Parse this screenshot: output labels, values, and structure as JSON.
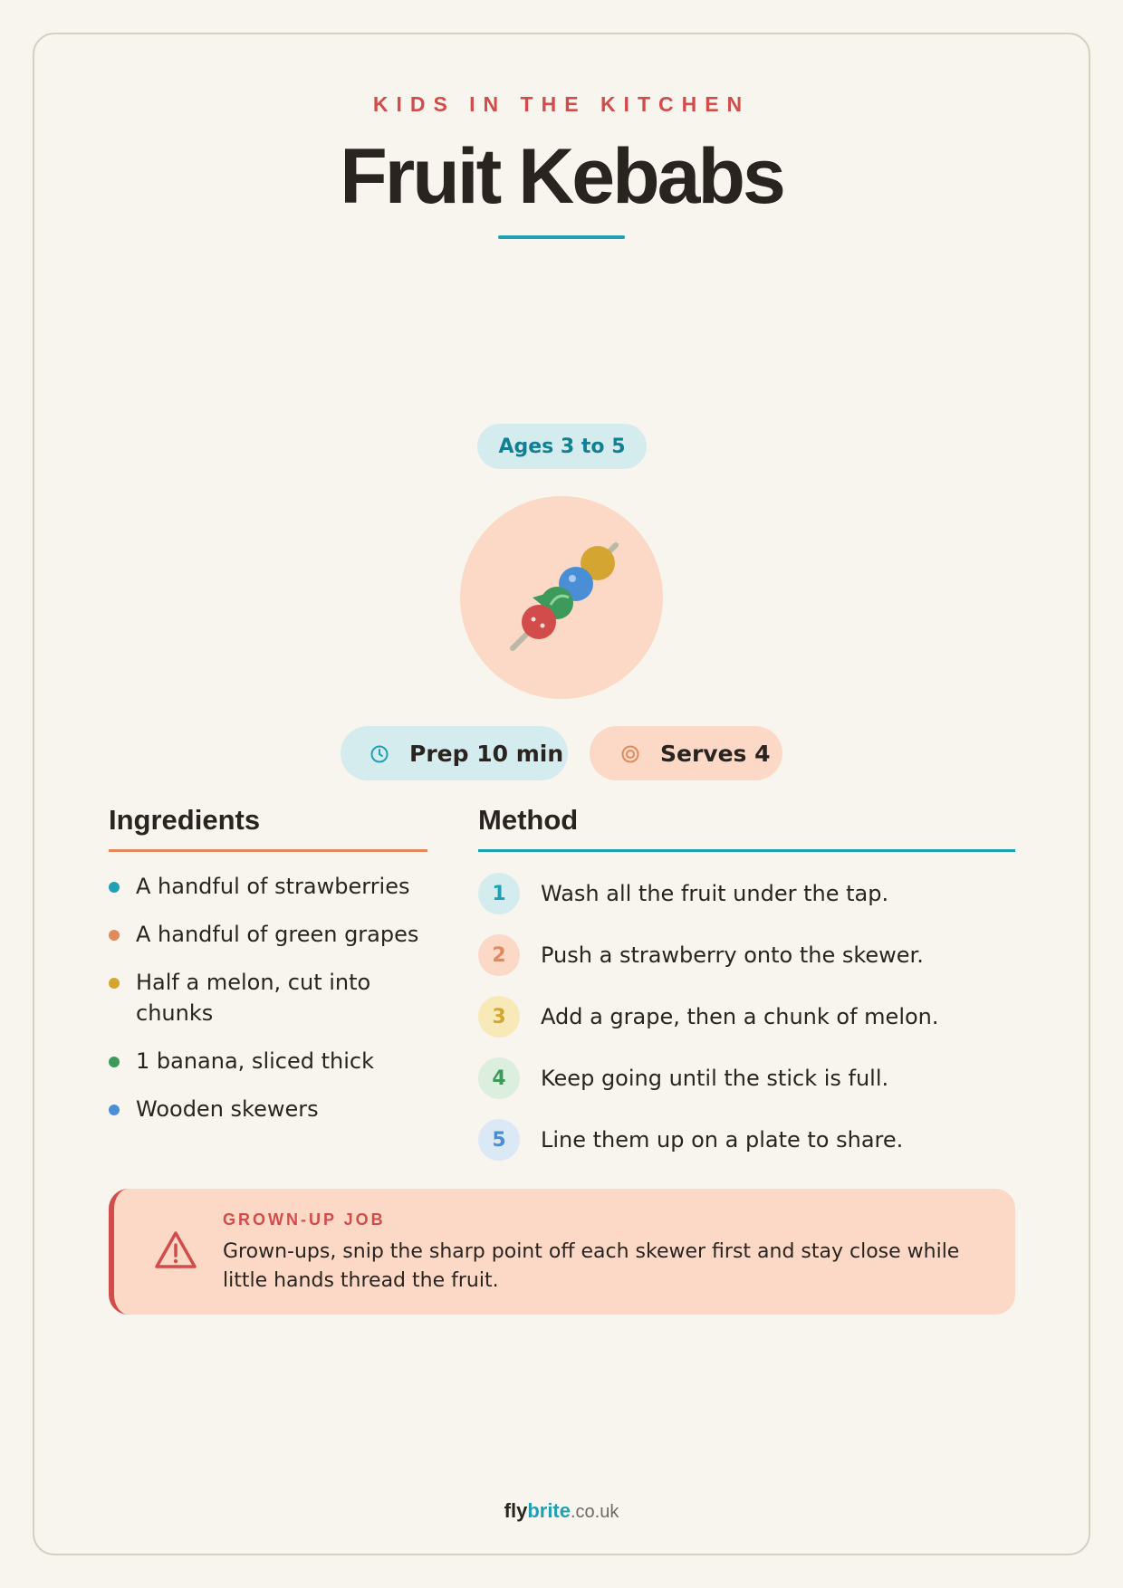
{
  "header": {
    "kicker": "KIDS IN THE KITCHEN",
    "title": "Fruit Kebabs"
  },
  "age_badge": "Ages 3 to 5",
  "hero": {
    "icon": "fruit-kebab-icon"
  },
  "meta": {
    "prep": {
      "label": "Prep 10 min",
      "icon": "clock-icon"
    },
    "serves": {
      "label": "Serves 4",
      "icon": "target-icon"
    }
  },
  "ingredients": {
    "heading": "Ingredients",
    "items": [
      {
        "text": "A handful of strawberries",
        "color": "#1fa0b4"
      },
      {
        "text": "A handful of green grapes",
        "color": "#e08a5e"
      },
      {
        "text": "Half a melon, cut into chunks",
        "color": "#d4a531"
      },
      {
        "text": "1 banana, sliced thick",
        "color": "#3d9a5b"
      },
      {
        "text": "Wooden skewers",
        "color": "#4a8ed6"
      }
    ]
  },
  "method": {
    "heading": "Method",
    "steps": [
      {
        "num": "1",
        "text": "Wash all the fruit under the tap.",
        "bg": "#d5ecef",
        "fg": "#1fa0b4"
      },
      {
        "num": "2",
        "text": "Push a strawberry onto the skewer.",
        "bg": "#fbd9c6",
        "fg": "#e08a5e"
      },
      {
        "num": "3",
        "text": "Add a grape, then a chunk of melon.",
        "bg": "#f8eab8",
        "fg": "#d4a531"
      },
      {
        "num": "4",
        "text": "Keep going until the stick is full.",
        "bg": "#dcefdf",
        "fg": "#3d9a5b"
      },
      {
        "num": "5",
        "text": "Line them up on a plate to share.",
        "bg": "#dbe8f5",
        "fg": "#4a8ed6"
      }
    ]
  },
  "warning": {
    "icon": "warning-icon",
    "title": "GROWN-UP JOB",
    "text": "Grown-ups, snip the sharp point off each skewer first and stay close while little hands thread the fruit."
  },
  "footer": {
    "brand_part1": "fly",
    "brand_part2": "brite",
    "brand_part3": ".co.uk"
  },
  "colors": {
    "background": "#f8f5ef",
    "accent_red": "#d34c4c",
    "accent_teal": "#1fa0b4",
    "accent_orange": "#e08a5e",
    "peach": "#fbd9c6",
    "light_teal": "#d5ecef"
  }
}
